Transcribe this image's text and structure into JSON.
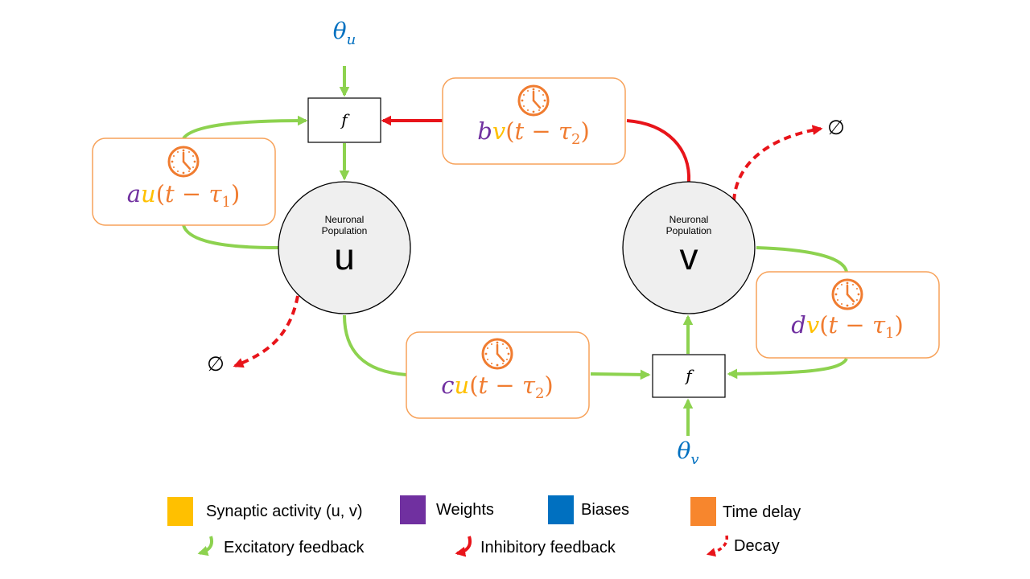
{
  "colors": {
    "synaptic": "#ffc000",
    "weight": "#7030a0",
    "bias": "#0070c0",
    "delay": "#f07c30",
    "excitatory": "#8dd24f",
    "inhibitory": "#e8141a"
  },
  "inputs": {
    "theta_u": {
      "symbol": "θ",
      "sub": "u"
    },
    "theta_v": {
      "symbol": "θ",
      "sub": "v"
    }
  },
  "f_label": "f",
  "neurons": {
    "u": {
      "line1": "Neuronal",
      "line2": "Population",
      "name": "u"
    },
    "v": {
      "line1": "Neuronal",
      "line2": "Population",
      "name": "v"
    }
  },
  "delays": {
    "a": {
      "weight": "a",
      "var": "u",
      "open": "(",
      "t": "t",
      "minus": " − ",
      "tau": "τ",
      "sub": "1",
      "close": ")"
    },
    "b": {
      "weight": "b",
      "var": "v",
      "open": "(",
      "t": "t",
      "minus": " − ",
      "tau": "τ",
      "sub": "2",
      "close": ")"
    },
    "c": {
      "weight": "c",
      "var": "u",
      "open": "(",
      "t": "t",
      "minus": " − ",
      "tau": "τ",
      "sub": "2",
      "close": ")"
    },
    "d": {
      "weight": "d",
      "var": "v",
      "open": "(",
      "t": "t",
      "minus": " − ",
      "tau": "τ",
      "sub": "1",
      "close": ")"
    }
  },
  "decay_symbol": "∅",
  "legend": {
    "synaptic": "Synaptic activity (u, v)",
    "weights": "Weights",
    "biases": "Biases",
    "time_delay": "Time delay",
    "excitatory": "Excitatory feedback",
    "inhibitory": "Inhibitory feedback",
    "decay": "Decay"
  },
  "icons": {
    "delay": "clock-icon",
    "excitatory": "green-curved-arrow-icon",
    "inhibitory": "red-curved-arrow-icon",
    "decay": "red-dashed-arrow-icon"
  }
}
